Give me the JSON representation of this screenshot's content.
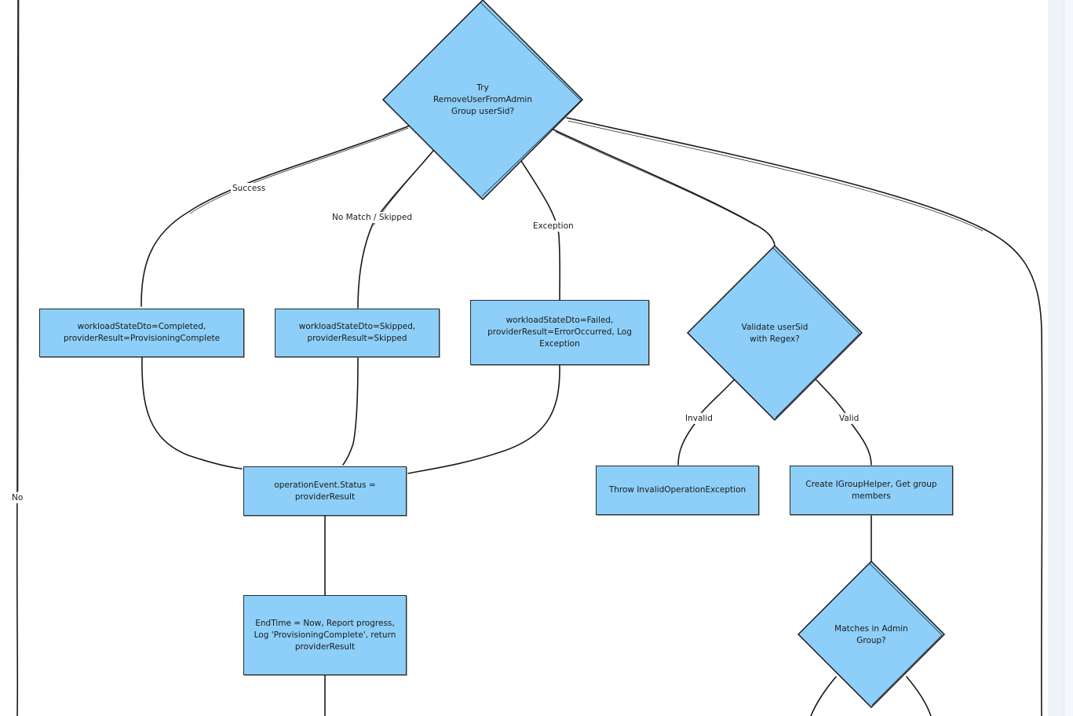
{
  "decisions": {
    "try_remove": {
      "line1": "Try",
      "line2": "RemoveUserFromAdmin",
      "line3": "Group userSid?"
    },
    "validate_sid": {
      "line1": "Validate userSid",
      "line2": "with Regex?"
    },
    "matches_admin": {
      "line1": "Matches in Admin",
      "line2": "Group?"
    }
  },
  "processes": {
    "completed": {
      "line1": "workloadStateDto=Completed,",
      "line2": "providerResult=ProvisioningComplete"
    },
    "skipped": {
      "line1": "workloadStateDto=Skipped,",
      "line2": "providerResult=Skipped"
    },
    "failed": {
      "line1": "workloadStateDto=Failed,",
      "line2": "providerResult=ErrorOccurred, Log",
      "line3": "Exception"
    },
    "operation_status": {
      "line1": "operationEvent.Status =",
      "line2": "providerResult"
    },
    "end_time": {
      "line1": "EndTime = Now, Report progress,",
      "line2": "Log 'ProvisioningComplete', return",
      "line3": "providerResult"
    },
    "throw_invalid": {
      "line1": "Throw InvalidOperationException"
    },
    "create_helper": {
      "line1": "Create IGroupHelper, Get group",
      "line2": "members"
    }
  },
  "edge_labels": {
    "success": "Success",
    "no_match": "No Match / Skipped",
    "exception": "Exception",
    "invalid": "Invalid",
    "valid": "Valid",
    "no": "No"
  },
  "colors": {
    "node_fill": "#8dcff9",
    "stroke": "#1a1a1a",
    "panel": "#eef3fa"
  }
}
